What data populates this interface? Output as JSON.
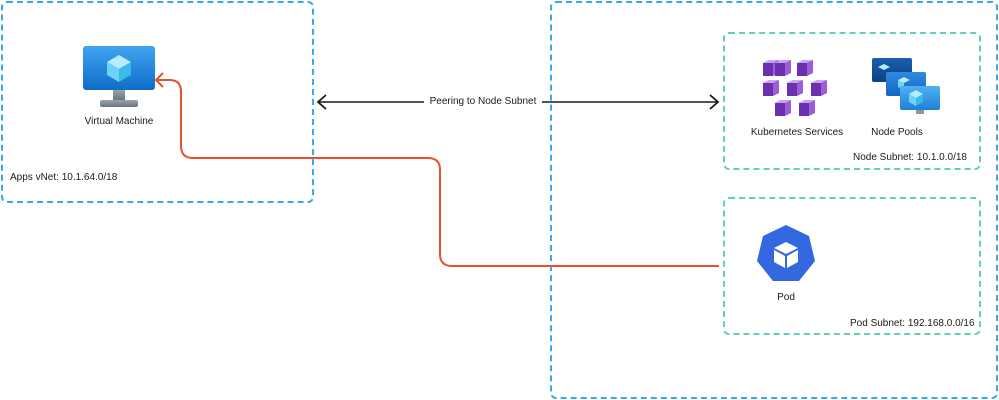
{
  "apps_vnet": {
    "label": "Apps vNet: 10.1.64.0/18",
    "vm_label": "Virtual Machine",
    "vm_icon": "virtual-machine-icon"
  },
  "node_subnet": {
    "label": "Node Subnet: 10.1.0.0/18",
    "kubernetes_label": "Kubernetes Services",
    "kubernetes_icon": "kubernetes-services-icon",
    "node_pools_label": "Node Pools",
    "node_pools_icon": "node-pools-icon"
  },
  "pod_subnet": {
    "label": "Pod Subnet: 192.168.0.0/16",
    "pod_label": "Pod",
    "pod_icon": "pod-icon"
  },
  "peering": {
    "label": "Peering to Node Subnet"
  },
  "colors": {
    "vnet_border": "#3aa7ea",
    "subnet_border": "#5fd0c0",
    "traffic_line": "#e8512e",
    "peering_line": "#1a1a1a",
    "kubernetes_purple": "#7b3fbf",
    "azure_blue": "#1f7fd6",
    "pod_blue": "#3468e0"
  }
}
